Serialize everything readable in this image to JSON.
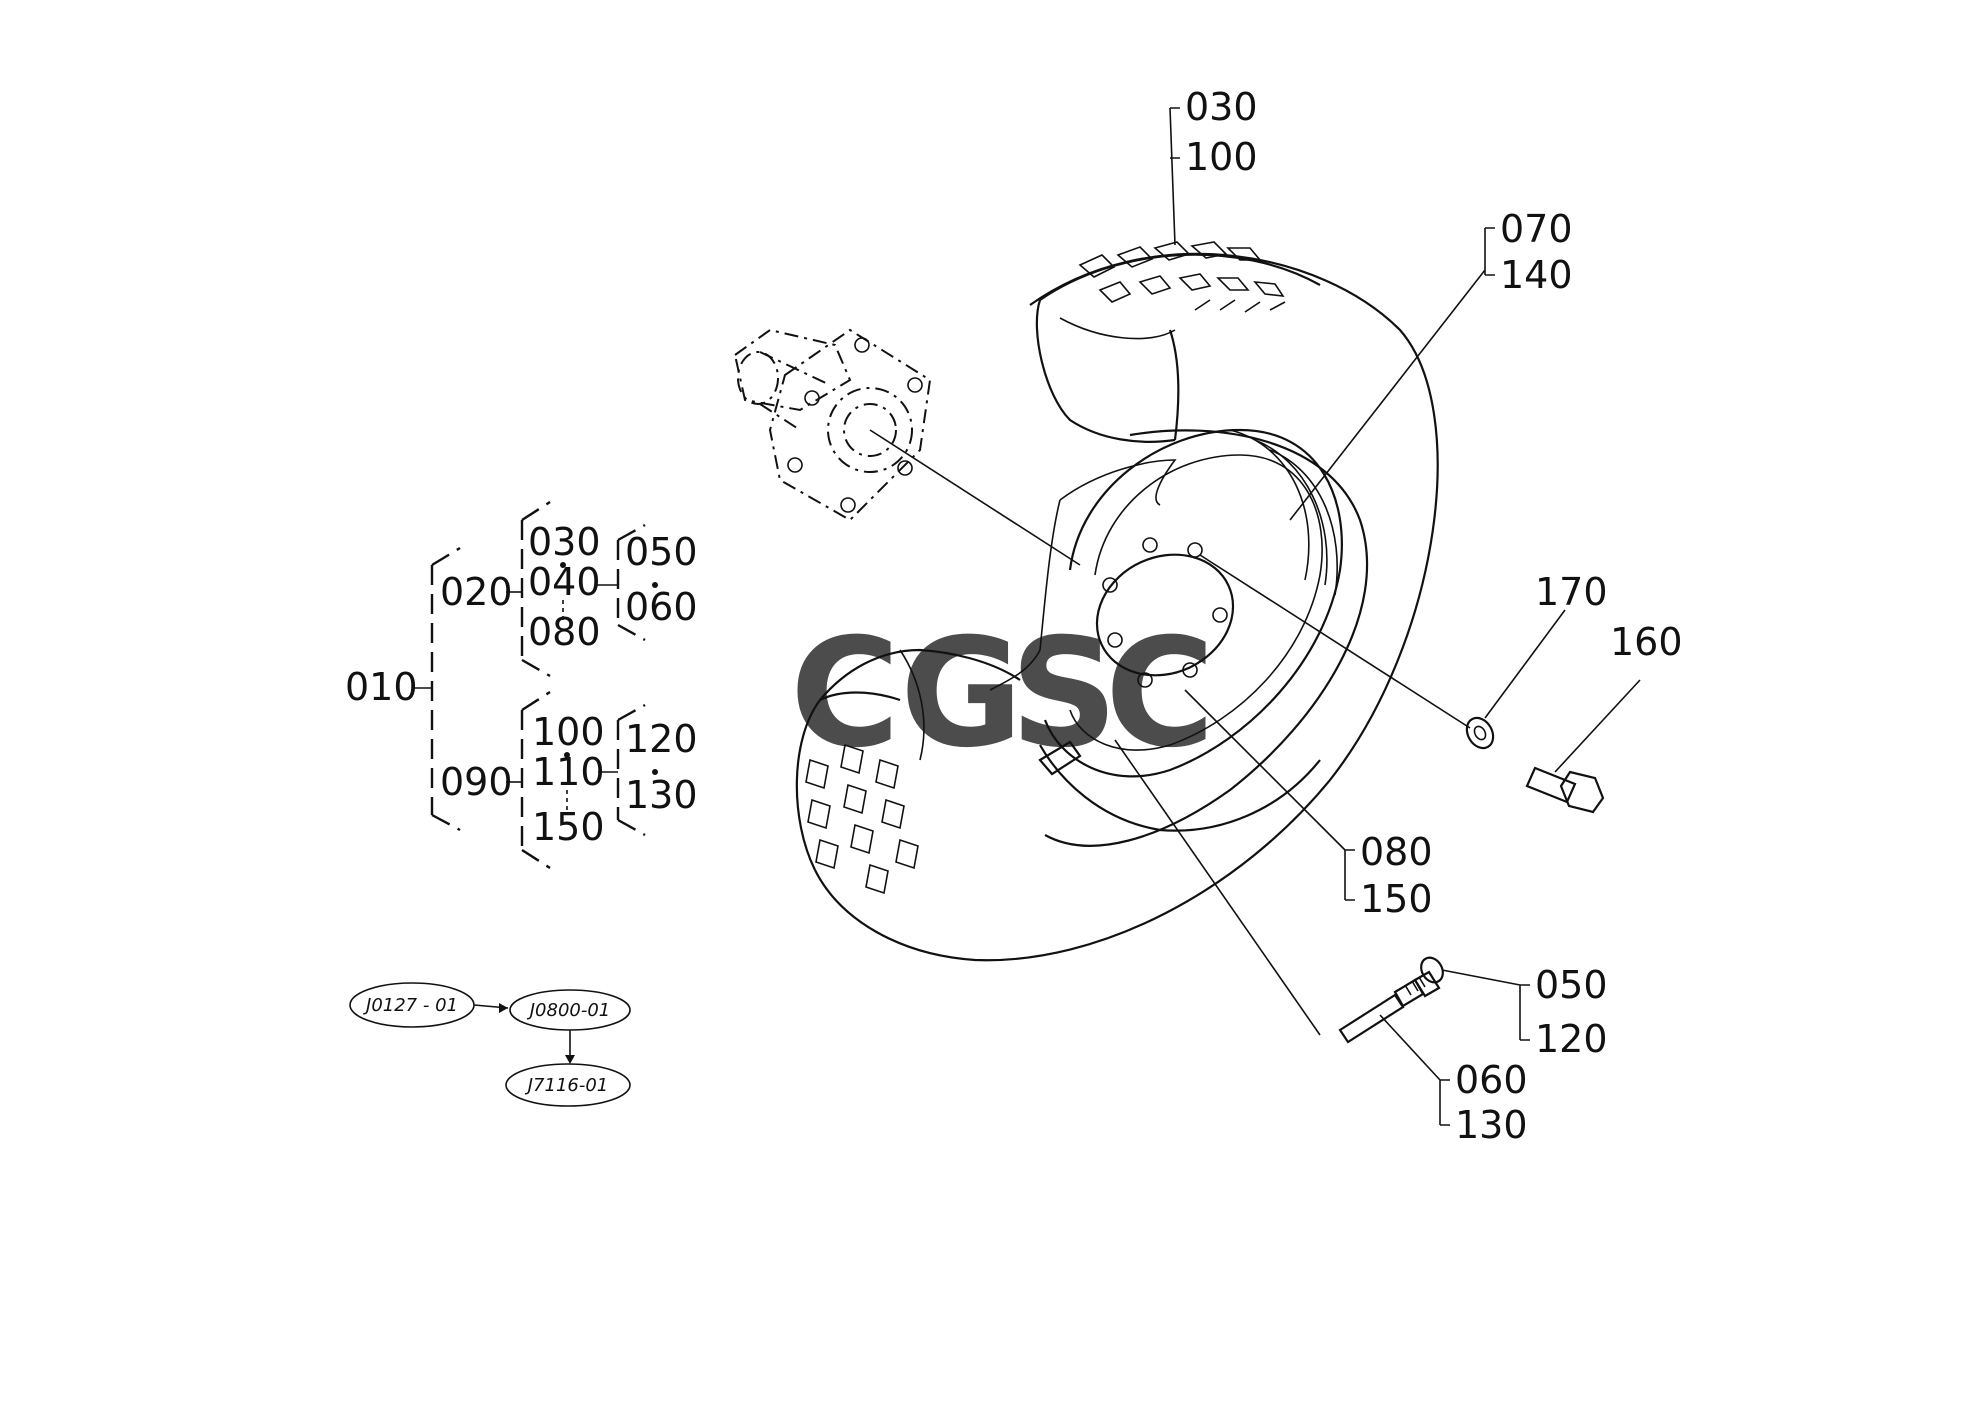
{
  "diagram": {
    "callouts": {
      "c030_top": "030",
      "c100_top": "100",
      "c070": "070",
      "c140": "140",
      "c170": "170",
      "c160": "160",
      "c080_right": "080",
      "c150_right": "150",
      "c050_right": "050",
      "c120_right": "120",
      "c060_bottom": "060",
      "c130_bottom": "130"
    },
    "tree": {
      "root": "010",
      "upper_branch": "020",
      "upper_items": [
        "030",
        "040",
        "080"
      ],
      "upper_sub": [
        "050",
        "060"
      ],
      "lower_branch": "090",
      "lower_items": [
        "100",
        "110",
        "150"
      ],
      "lower_sub": [
        "120",
        "130"
      ]
    },
    "flow": {
      "oval1": "J0127 - 01",
      "oval2": "J0800-01",
      "oval3": "J7116-01"
    },
    "watermark": {
      "letters": [
        "C",
        "G",
        "S",
        "C"
      ],
      "colors": [
        "#4285F4",
        "#EA4335",
        "#FBBC05",
        "#34A853"
      ]
    }
  }
}
